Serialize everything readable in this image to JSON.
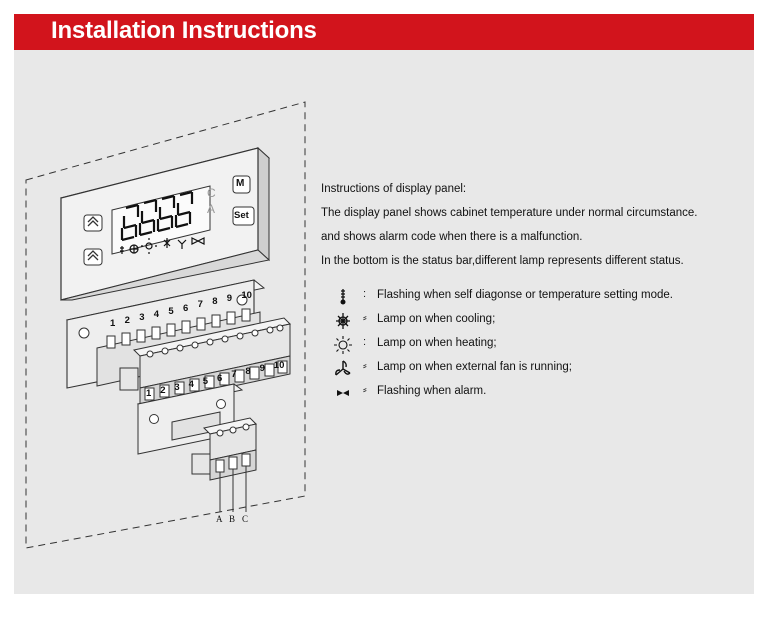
{
  "header": {
    "title": "Installation Instructions"
  },
  "display_panel": {
    "buttons": {
      "mode": "M",
      "set": "Set"
    },
    "unit_letters": [
      "C",
      "A"
    ],
    "terminal_numbers": [
      "1",
      "2",
      "3",
      "4",
      "5",
      "6",
      "7",
      "8",
      "9",
      "10"
    ],
    "connector_letters": [
      "A",
      "B",
      "C"
    ]
  },
  "instructions": {
    "heading": "Instructions of display panel:",
    "lines": [
      "The display panel shows cabinet temperature under normal circumstance.",
      "and shows alarm code when there is a malfunction.",
      "In the bottom is the status bar,different lamp represents different status."
    ],
    "legend": [
      {
        "icon": "thermometer-icon",
        "separator": ":",
        "text": "Flashing when self diagonse or temperature setting mode."
      },
      {
        "icon": "snowflake-icon",
        "separator": "⸗",
        "text": "Lamp on when cooling;"
      },
      {
        "icon": "sun-icon",
        "separator": ":",
        "text": "Lamp on when heating;"
      },
      {
        "icon": "fan-icon",
        "separator": "⸗",
        "text": "Lamp on when external fan is running;"
      },
      {
        "icon": "bell-icon",
        "separator": "⸗",
        "text": "Flashing when alarm."
      }
    ]
  }
}
